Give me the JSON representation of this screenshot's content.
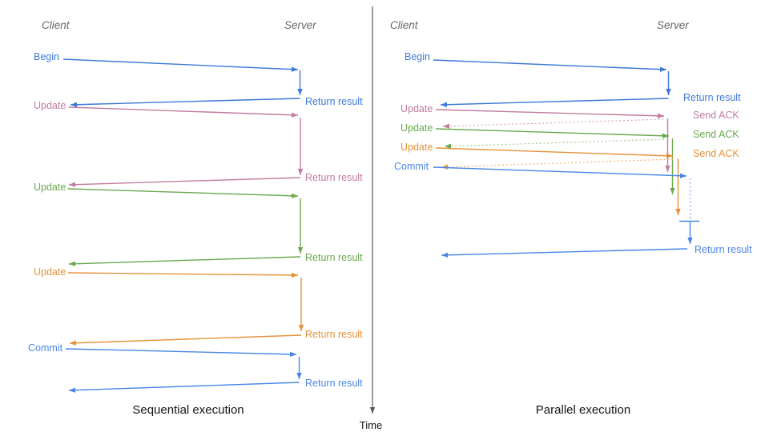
{
  "colors": {
    "blue": "#3c78d8",
    "commit_blue": "#4a86e8",
    "pink": "#c27ba0",
    "green": "#6aa84f",
    "orange": "#e69138",
    "dotted_pink": "#d5a6bd",
    "dotted_green": "#a4c795",
    "dotted_orange": "#f4b26b",
    "dotted_blue": "#7da7e8",
    "header_gray": "#666666",
    "axis_gray": "#595959",
    "title_black": "#141414"
  },
  "time_axis": {
    "label": "Time"
  },
  "left": {
    "title": "Sequential execution",
    "client_header": "Client",
    "server_header": "Server",
    "messages": [
      {
        "label": "Begin",
        "response": "Return result",
        "color": "#3c78d8"
      },
      {
        "label": "Update",
        "response": "Return result",
        "color": "#c27ba0"
      },
      {
        "label": "Update",
        "response": "Return result",
        "color": "#6aa84f"
      },
      {
        "label": "Update",
        "response": "Return result",
        "color": "#e69138"
      },
      {
        "label": "Commit",
        "response": "Return result",
        "color": "#4a86e8"
      }
    ]
  },
  "right": {
    "title": "Parallel execution",
    "client_header": "Client",
    "server_header": "Server",
    "messages": [
      {
        "label": "Begin",
        "response": "Return result",
        "color": "#3c78d8"
      },
      {
        "label": "Update",
        "response": "Send ACK",
        "color": "#c27ba0"
      },
      {
        "label": "Update",
        "response": "Send ACK",
        "color": "#6aa84f"
      },
      {
        "label": "Update",
        "response": "Send ACK",
        "color": "#e69138"
      },
      {
        "label": "Commit",
        "response": "Return result",
        "color": "#4a86e8"
      }
    ]
  }
}
